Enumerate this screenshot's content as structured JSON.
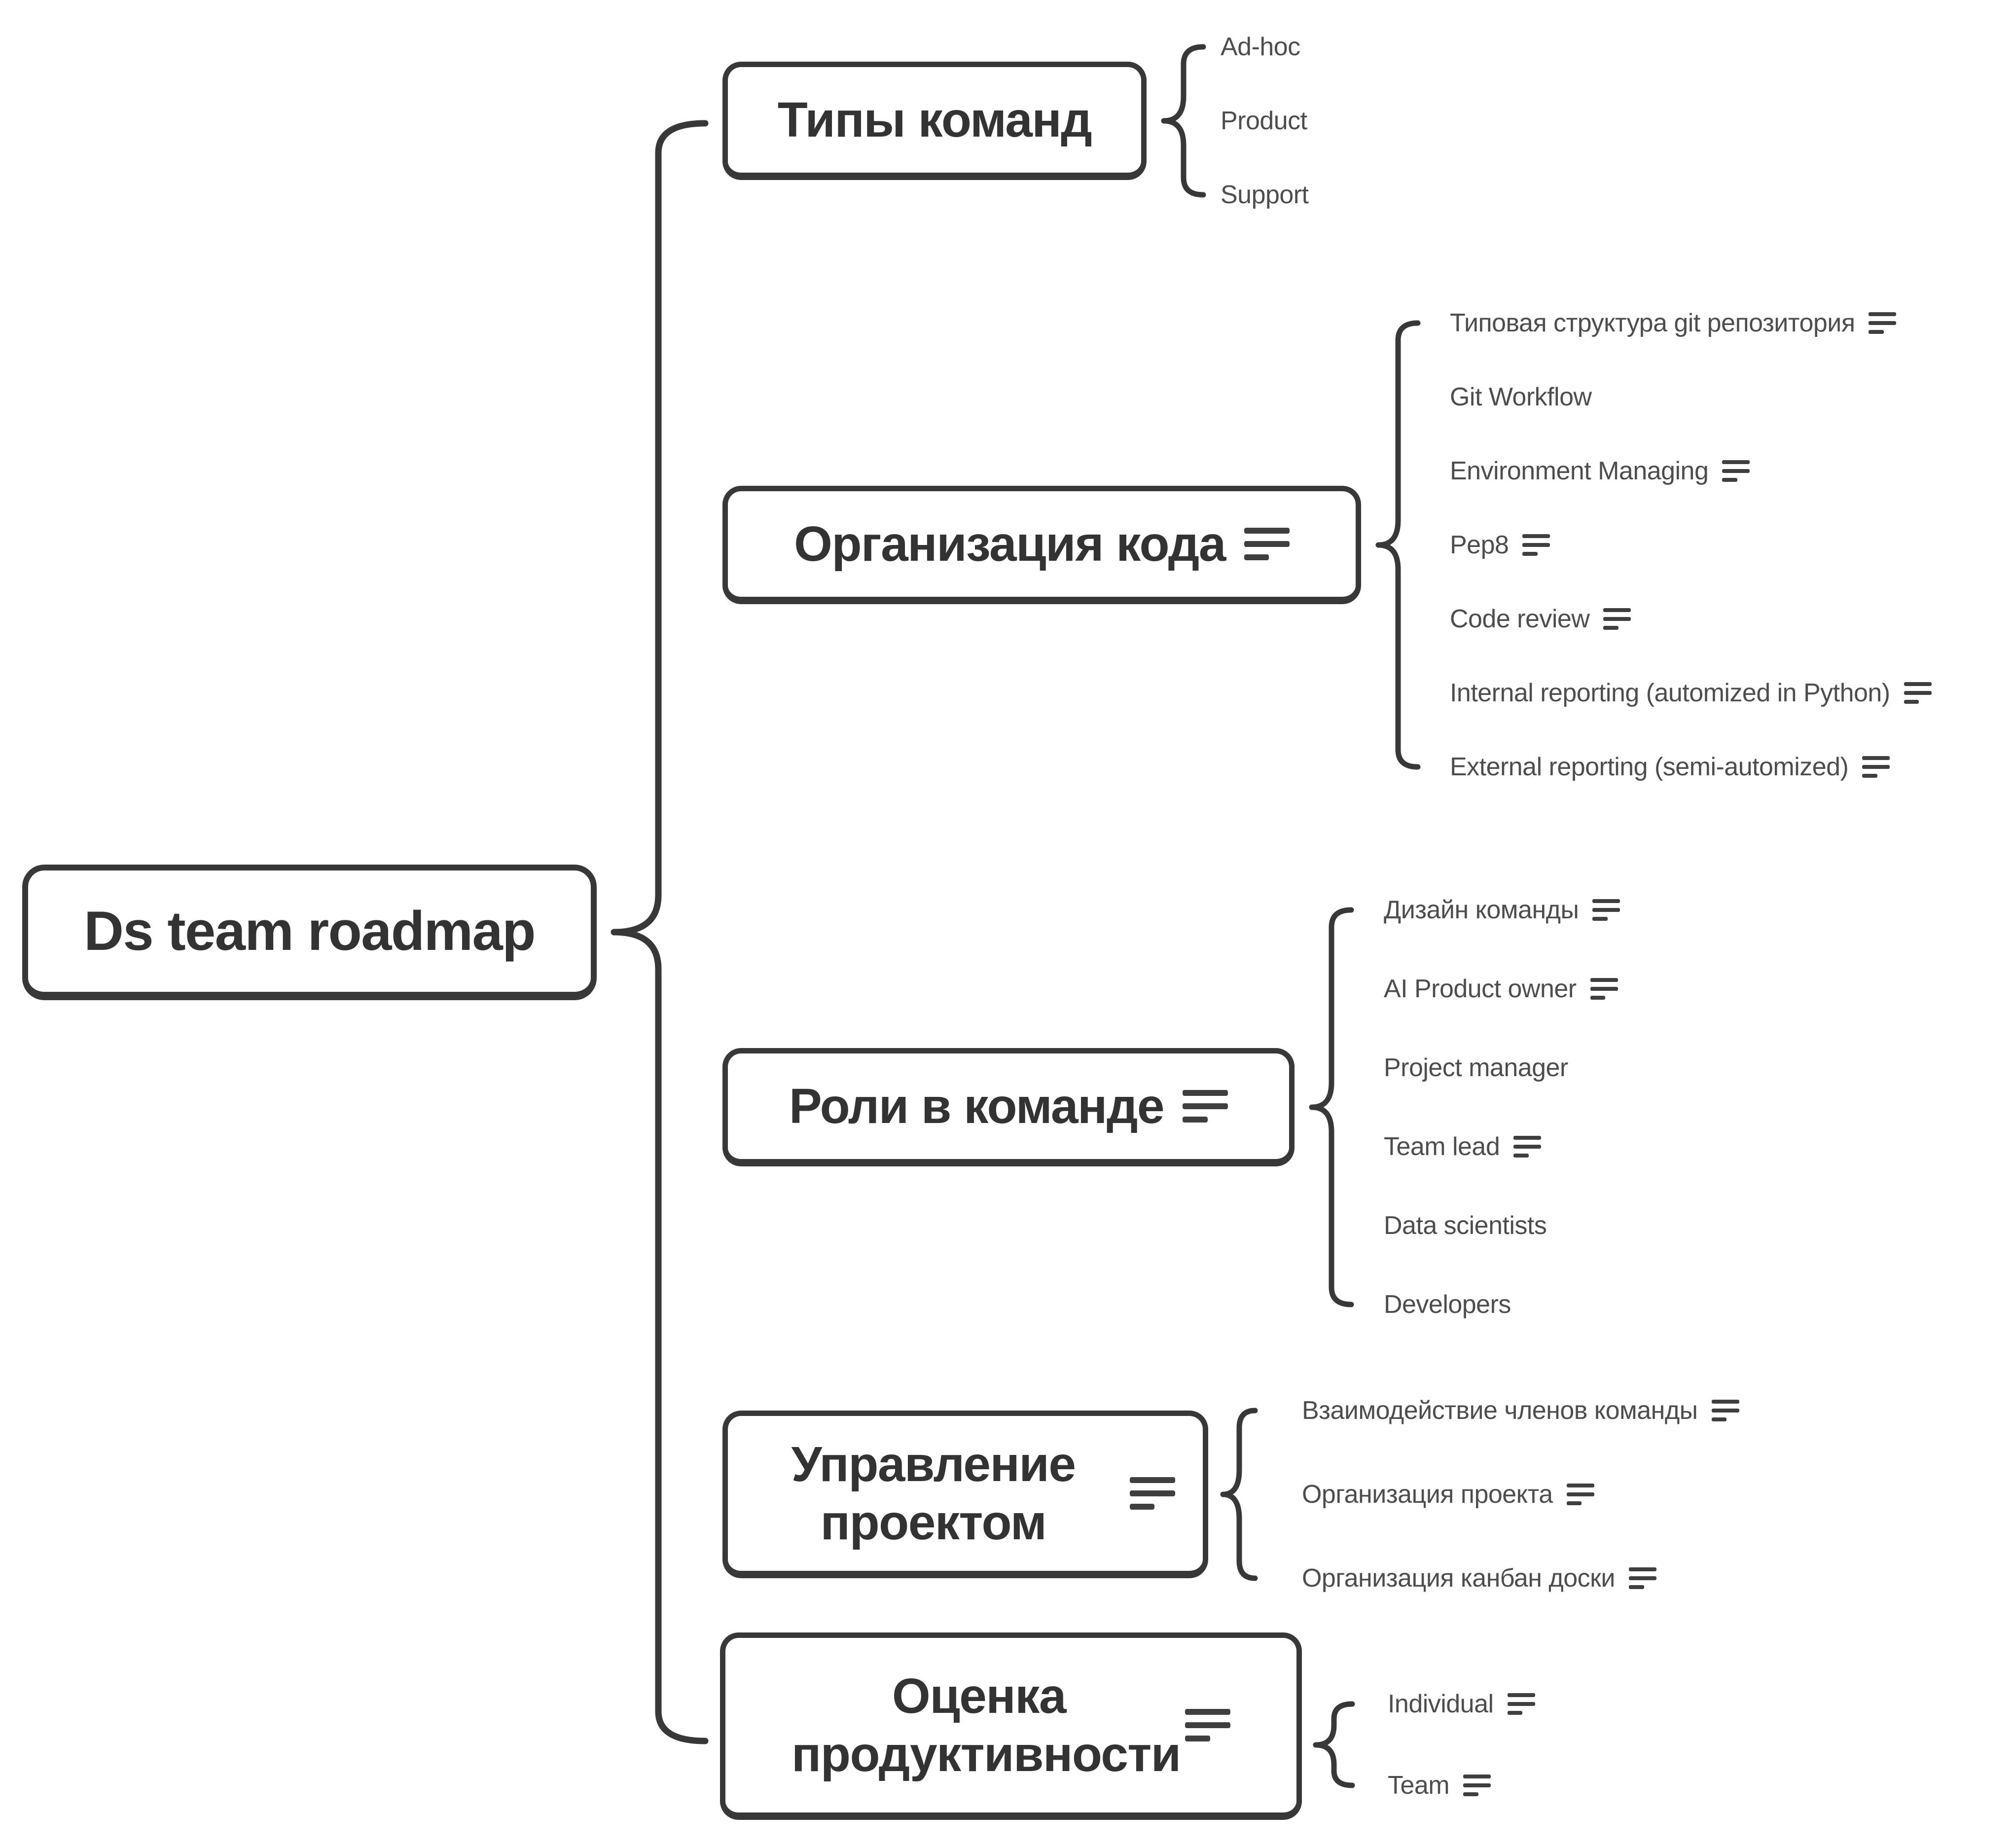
{
  "root": {
    "label": "Ds team roadmap"
  },
  "branches": [
    {
      "label": "Типы команд",
      "has_note": false,
      "children": [
        {
          "label": "Ad-hoc",
          "has_note": false
        },
        {
          "label": "Product",
          "has_note": false
        },
        {
          "label": "Support",
          "has_note": false
        }
      ]
    },
    {
      "label": "Организация кода",
      "has_note": true,
      "children": [
        {
          "label": "Типовая структура git репозитория",
          "has_note": true
        },
        {
          "label": "Git Workflow",
          "has_note": false
        },
        {
          "label": "Environment Managing",
          "has_note": true
        },
        {
          "label": "Pep8",
          "has_note": true
        },
        {
          "label": "Code review",
          "has_note": true
        },
        {
          "label": "Internal reporting (automized in Python)",
          "has_note": true
        },
        {
          "label": "External reporting (semi-automized)",
          "has_note": true
        }
      ]
    },
    {
      "label": "Роли в команде",
      "has_note": true,
      "children": [
        {
          "label": "Дизайн команды",
          "has_note": true
        },
        {
          "label": "AI Product owner",
          "has_note": true
        },
        {
          "label": "Project manager",
          "has_note": false
        },
        {
          "label": "Team lead",
          "has_note": true
        },
        {
          "label": "Data scientists",
          "has_note": false
        },
        {
          "label": "Developers",
          "has_note": false
        }
      ]
    },
    {
      "label": "Управление проектом",
      "has_note": true,
      "children": [
        {
          "label": "Взаимодействие членов команды",
          "has_note": true
        },
        {
          "label": "Организация проекта",
          "has_note": true
        },
        {
          "label": "Организация канбан доски",
          "has_note": true
        }
      ]
    },
    {
      "label": "Оценка продуктивности",
      "has_note": true,
      "children": [
        {
          "label": "Individual",
          "has_note": true
        },
        {
          "label": "Team",
          "has_note": true
        }
      ]
    }
  ],
  "icons": {
    "note": "notes-icon"
  },
  "colors": {
    "background": "#ffffff",
    "stroke": "#383838",
    "title_text": "#333333",
    "child_text": "#4d4d4d"
  }
}
